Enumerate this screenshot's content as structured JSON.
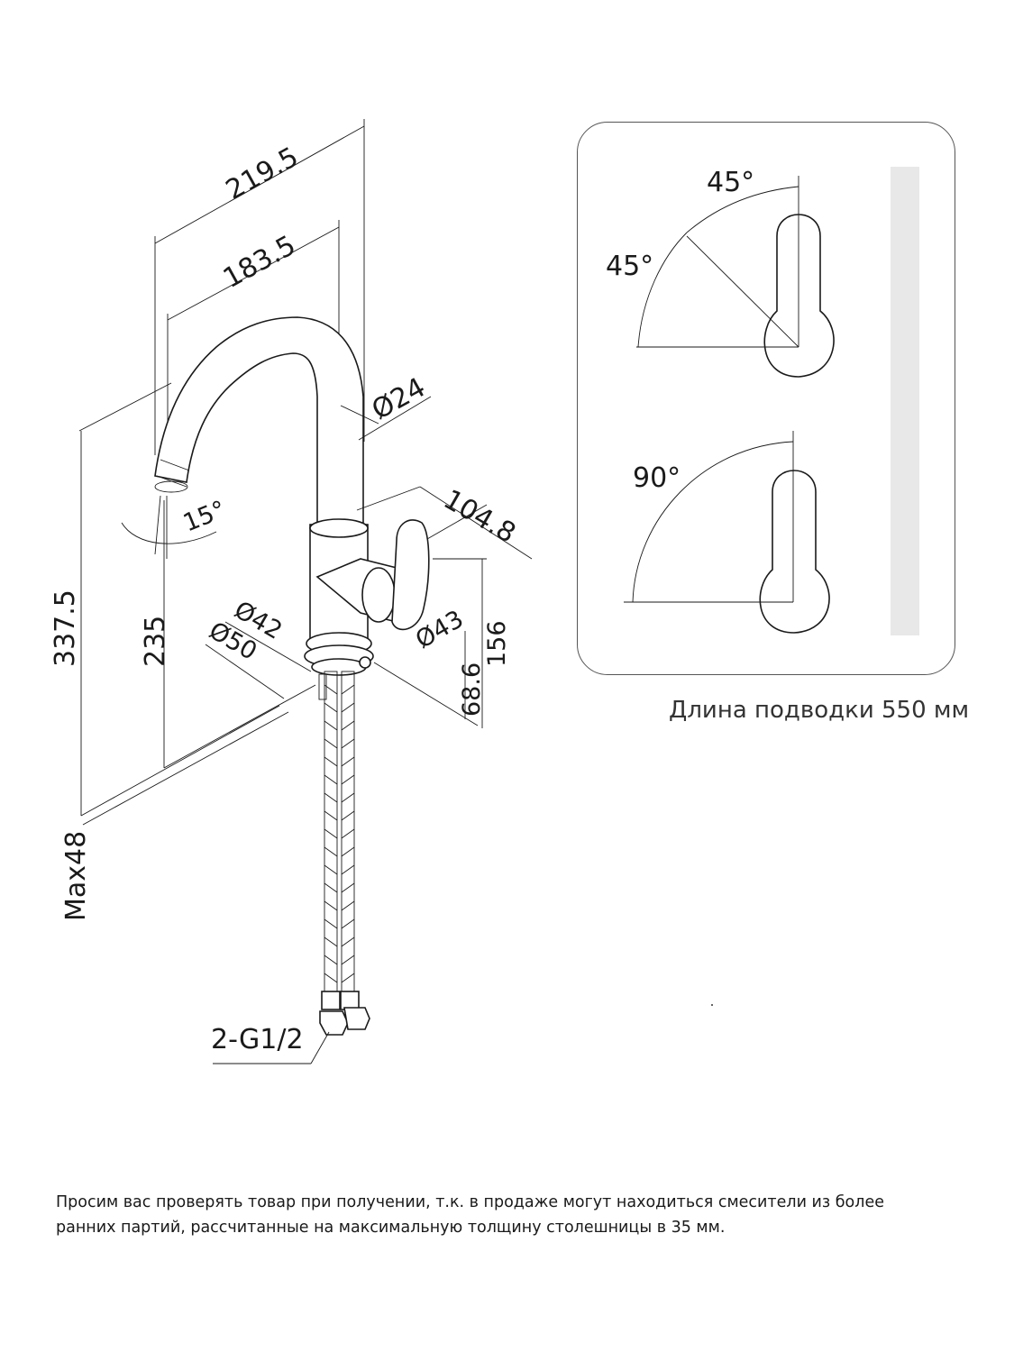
{
  "dimensions": {
    "reach_total": "219.5",
    "reach_spout": "183.5",
    "spout_diameter": "Ø24",
    "swivel_angle": "15°",
    "handle_length": "104.8",
    "handle_diameter": "Ø43",
    "handle_height": "156",
    "base_to_handle": "68.6",
    "base_inner_diameter": "Ø42",
    "base_outer_diameter": "Ø50",
    "total_height": "337.5",
    "spout_height": "235",
    "max_countertop": "Max48",
    "connection": "2-G1/2"
  },
  "lever_panel": {
    "angle_top_1": "45°",
    "angle_top_2": "45°",
    "angle_bottom": "90°"
  },
  "hose_caption": "Длина подводки 550 мм",
  "notice": "Просим вас проверять товар при получении, т.к. в продаже могут находиться смесители из более ранних партий, рассчитанные на максимальную толщину столешницы в 35 мм."
}
